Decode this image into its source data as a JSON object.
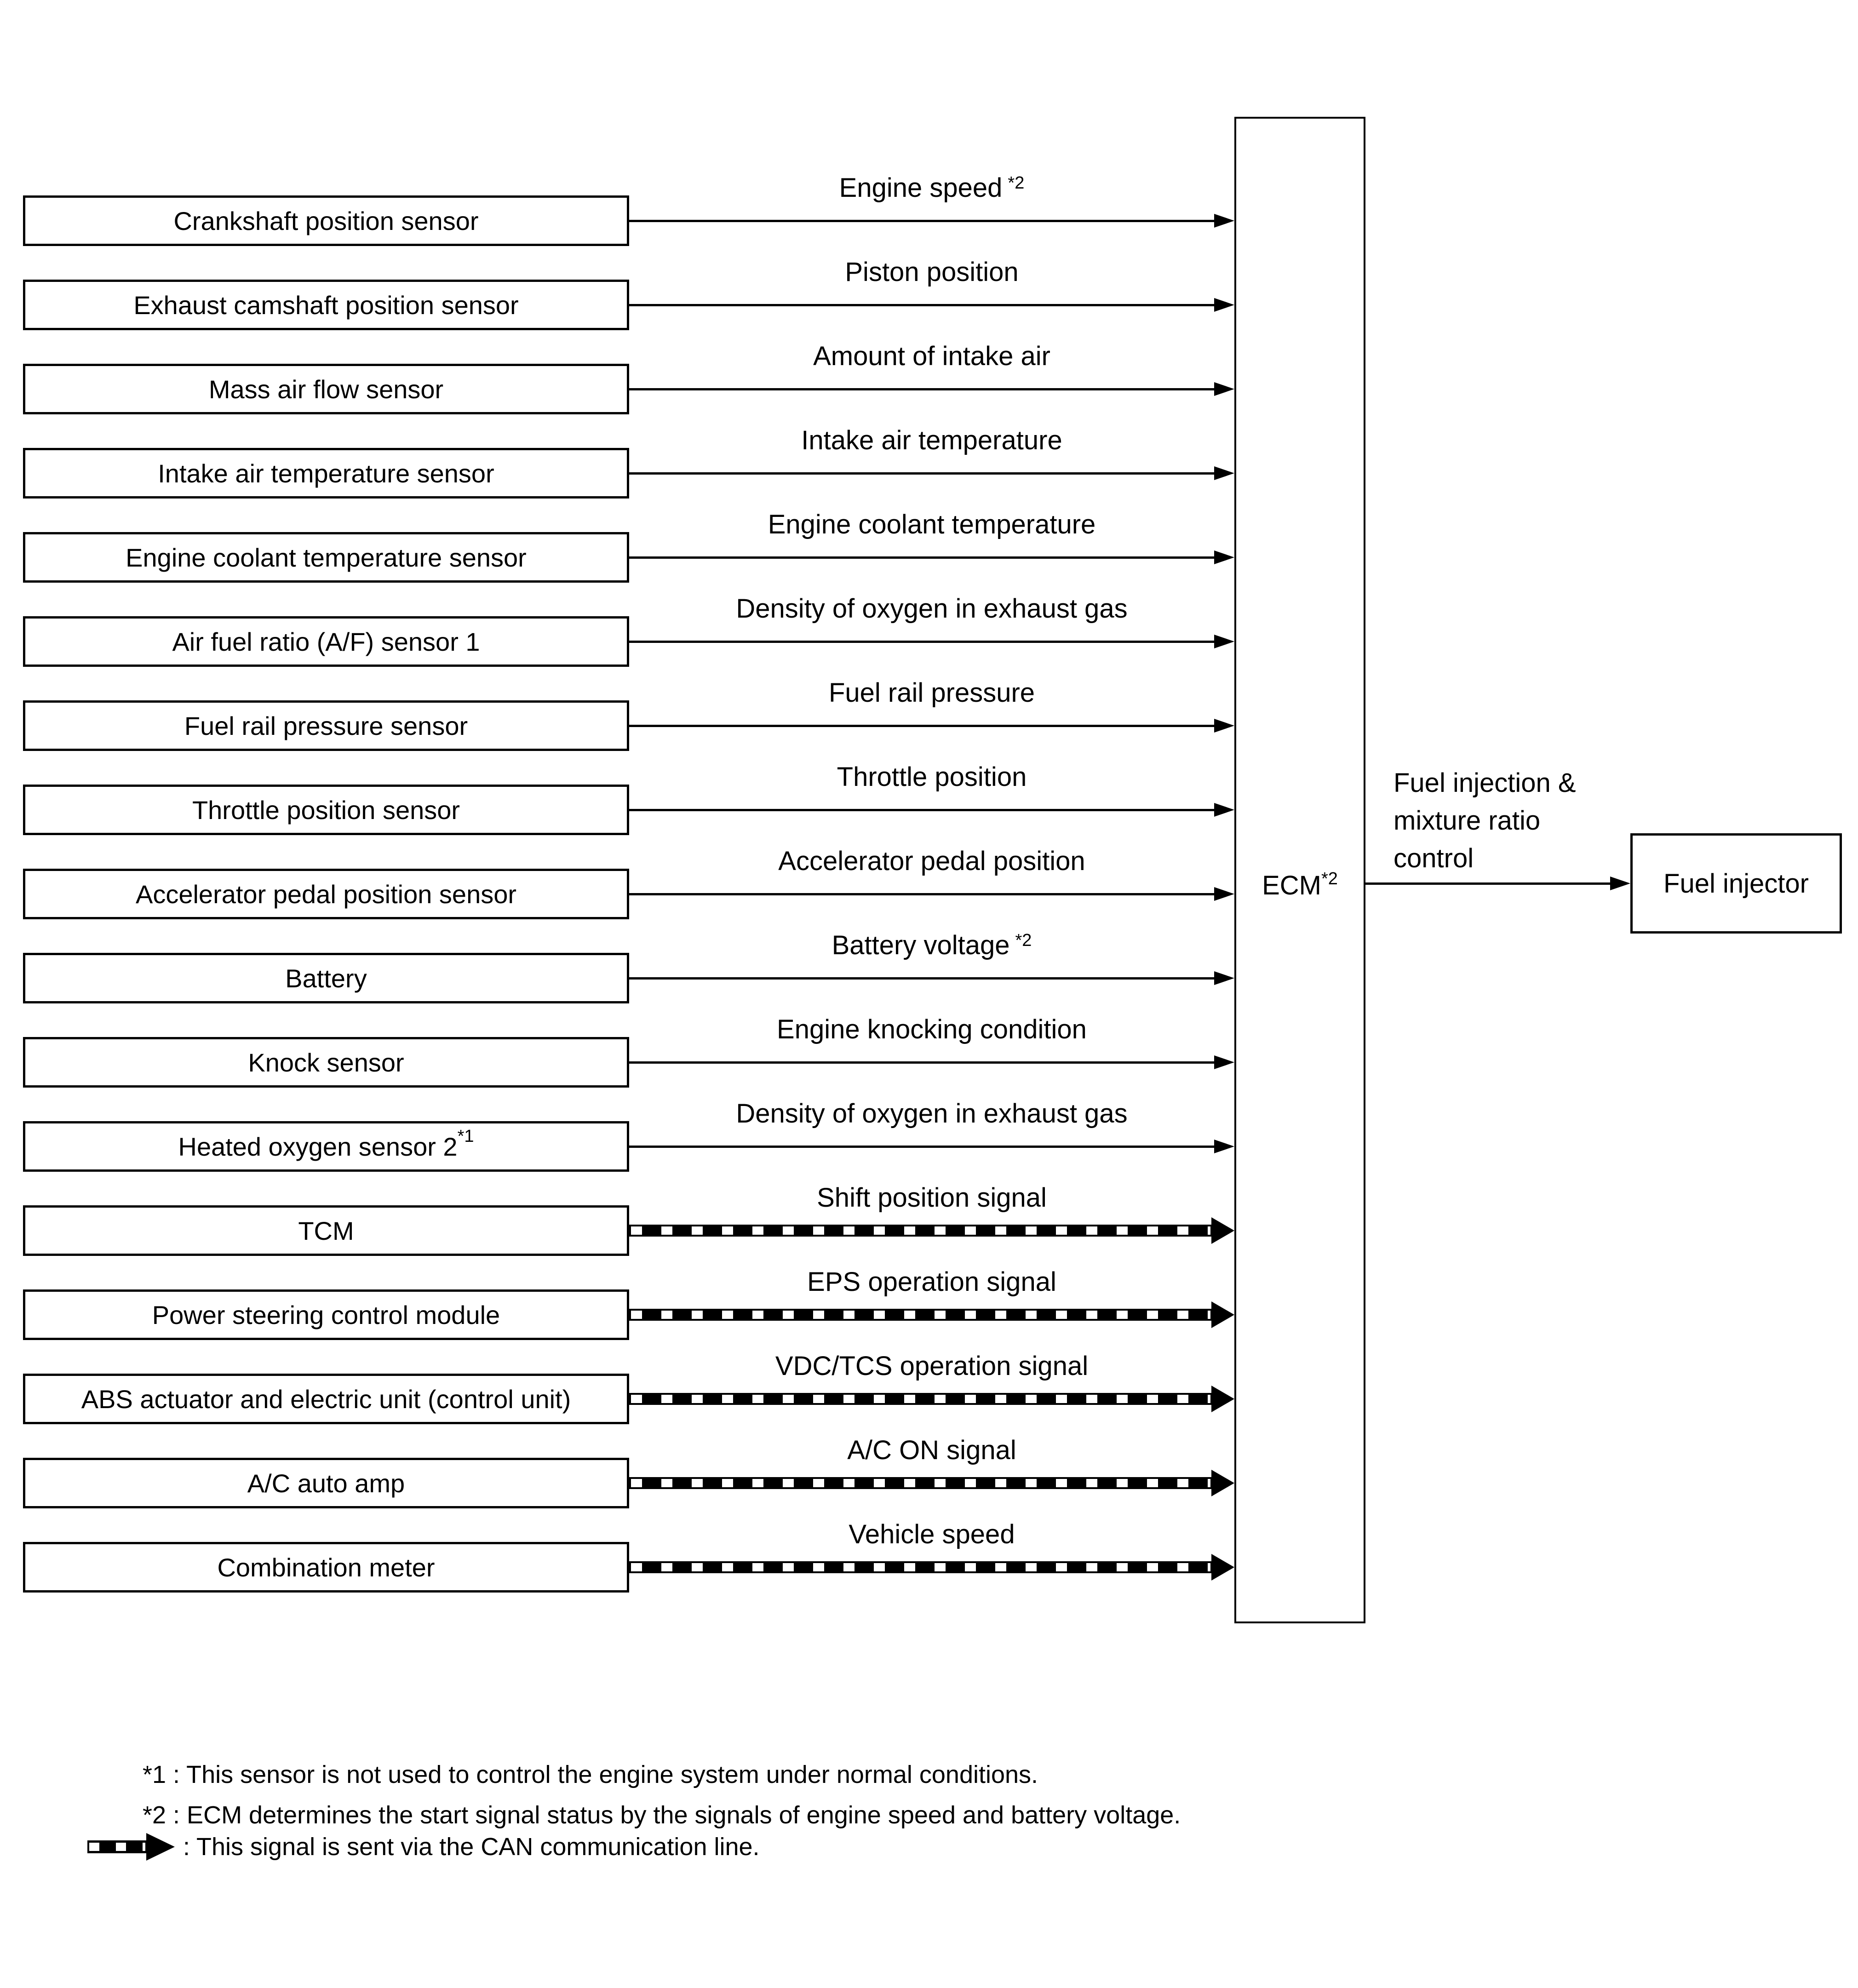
{
  "diagram": {
    "colors": {
      "ink": "#000000",
      "paper": "#ffffff"
    },
    "rows": [
      {
        "source": "Crankshaft position sensor",
        "signal": "Engine speed",
        "signal_sup": "*2",
        "can": false
      },
      {
        "source": "Exhaust camshaft position sensor",
        "signal": "Piston position",
        "can": false
      },
      {
        "source": "Mass air flow sensor",
        "signal": "Amount of intake air",
        "can": false
      },
      {
        "source": "Intake air temperature sensor",
        "signal": "Intake air temperature",
        "can": false
      },
      {
        "source": "Engine coolant temperature sensor",
        "signal": "Engine coolant temperature",
        "can": false
      },
      {
        "source": "Air fuel ratio (A/F) sensor 1",
        "signal": "Density of oxygen in exhaust gas",
        "can": false
      },
      {
        "source": "Fuel rail pressure sensor",
        "signal": "Fuel rail pressure",
        "can": false
      },
      {
        "source": "Throttle position sensor",
        "signal": "Throttle position",
        "can": false
      },
      {
        "source": "Accelerator pedal position sensor",
        "signal": "Accelerator pedal position",
        "can": false
      },
      {
        "source": "Battery",
        "signal": "Battery voltage",
        "signal_sup": "*2",
        "can": false
      },
      {
        "source": "Knock sensor",
        "signal": "Engine knocking condition",
        "can": false
      },
      {
        "source": "Heated oxygen sensor 2",
        "source_sup": "*1",
        "signal": "Density of oxygen in exhaust gas",
        "can": false
      },
      {
        "source": "TCM",
        "signal": "Shift position signal",
        "can": true
      },
      {
        "source": "Power steering control module",
        "signal": "EPS operation signal",
        "can": true
      },
      {
        "source": "ABS actuator and electric unit (control unit)",
        "signal": "VDC/TCS operation signal",
        "can": true
      },
      {
        "source": "A/C auto amp",
        "signal": "A/C ON signal",
        "can": true
      },
      {
        "source": "Combination meter",
        "signal": "Vehicle speed",
        "can": true
      }
    ],
    "ecm": {
      "label": "ECM",
      "sup": "*2"
    },
    "output": {
      "lines": [
        "Fuel injection &",
        "mixture ratio",
        "control"
      ],
      "target": "Fuel injector"
    },
    "notes": [
      {
        "text": "*1 : This sensor is not used to control the engine system under normal conditions."
      },
      {
        "text": "*2 : ECM determines the start signal status by the signals of engine speed and battery voltage."
      },
      {
        "icon": "can-arrow-icon",
        "text": ": This signal is sent via the CAN communication line."
      }
    ]
  }
}
